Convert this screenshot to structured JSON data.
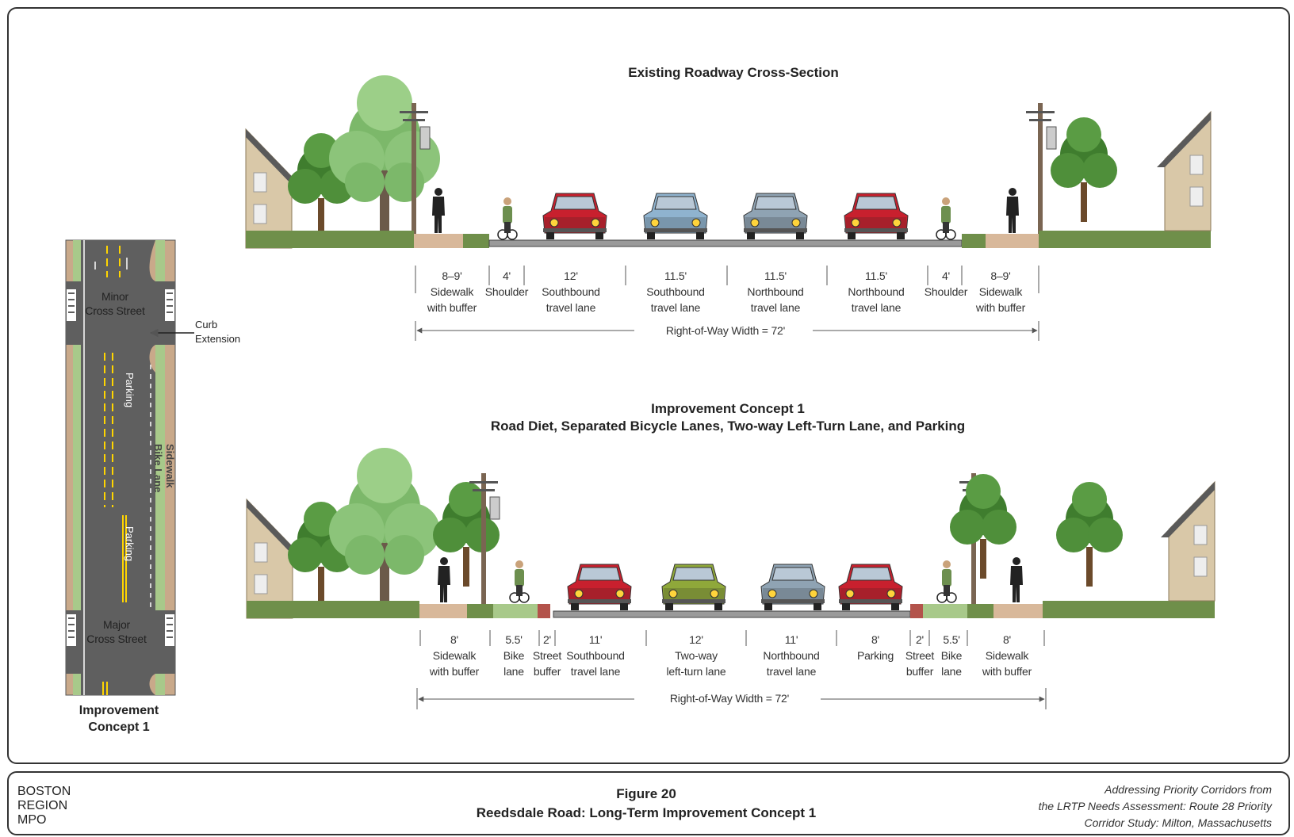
{
  "existing": {
    "title": "Existing Roadway Cross-Section",
    "segments": [
      {
        "width": "8–9'",
        "l1": "Sidewalk",
        "l2": "with buffer"
      },
      {
        "width": "4'",
        "l1": "Shoulder",
        "l2": ""
      },
      {
        "width": "12'",
        "l1": "Southbound",
        "l2": "travel lane"
      },
      {
        "width": "11.5'",
        "l1": "Southbound",
        "l2": "travel lane"
      },
      {
        "width": "11.5'",
        "l1": "Northbound",
        "l2": "travel lane"
      },
      {
        "width": "11.5'",
        "l1": "Northbound",
        "l2": "travel lane"
      },
      {
        "width": "4'",
        "l1": "Shoulder",
        "l2": ""
      },
      {
        "width": "8–9'",
        "l1": "Sidewalk",
        "l2": "with buffer"
      }
    ],
    "row": "Right-of-Way Width = 72'"
  },
  "concept": {
    "title1": "Improvement Concept 1",
    "title2": "Road Diet, Separated Bicycle Lanes, Two-way Left-Turn Lane, and Parking",
    "segments": [
      {
        "width": "8'",
        "l1": "Sidewalk",
        "l2": "with buffer"
      },
      {
        "width": "5.5'",
        "l1": "Bike",
        "l2": "lane"
      },
      {
        "width": "2'",
        "l1": "Street",
        "l2": "buffer"
      },
      {
        "width": "11'",
        "l1": "Southbound",
        "l2": "travel lane"
      },
      {
        "width": "12'",
        "l1": "Two-way",
        "l2": "left-turn lane"
      },
      {
        "width": "11'",
        "l1": "Northbound",
        "l2": "travel lane"
      },
      {
        "width": "8'",
        "l1": "Parking",
        "l2": ""
      },
      {
        "width": "2'",
        "l1": "Street",
        "l2": "buffer"
      },
      {
        "width": "5.5'",
        "l1": "Bike",
        "l2": "lane"
      },
      {
        "width": "8'",
        "l1": "Sidewalk",
        "l2": "with buffer"
      }
    ],
    "row": "Right-of-Way Width = 72'"
  },
  "plan": {
    "minor_street": [
      "Minor",
      "Cross Street"
    ],
    "major_street": [
      "Major",
      "Cross Street"
    ],
    "curb_extension": [
      "Curb",
      "Extension"
    ],
    "parking": "Parking",
    "sidewalk_bike_lane": [
      "Sidewalk",
      "Bike Lane"
    ],
    "caption": [
      "Improvement",
      "Concept  1"
    ]
  },
  "footer": {
    "org": [
      "BOSTON",
      "REGION",
      "MPO"
    ],
    "figure": "Figure 20",
    "figure_title": "Reedsdale Road: Long-Term Improvement Concept 1",
    "study": [
      "Addressing Priority Corridors from",
      "the LRTP Needs Assessment: Route 28 Priority",
      "Corridor Study: Milton, Massachusetts"
    ]
  },
  "colors": {
    "grass": "#6f8f4a",
    "sidewalk": "#d8b89a",
    "bike_lane": "#a8c98a",
    "street_buffer": "#b3534b",
    "road": "#9a9a9a",
    "car_red": "#c8202e",
    "car_blue": "#8fb3cf",
    "car_green": "#8fa83a",
    "house": "#d9c8a8",
    "tree": "#4f8f3a"
  }
}
